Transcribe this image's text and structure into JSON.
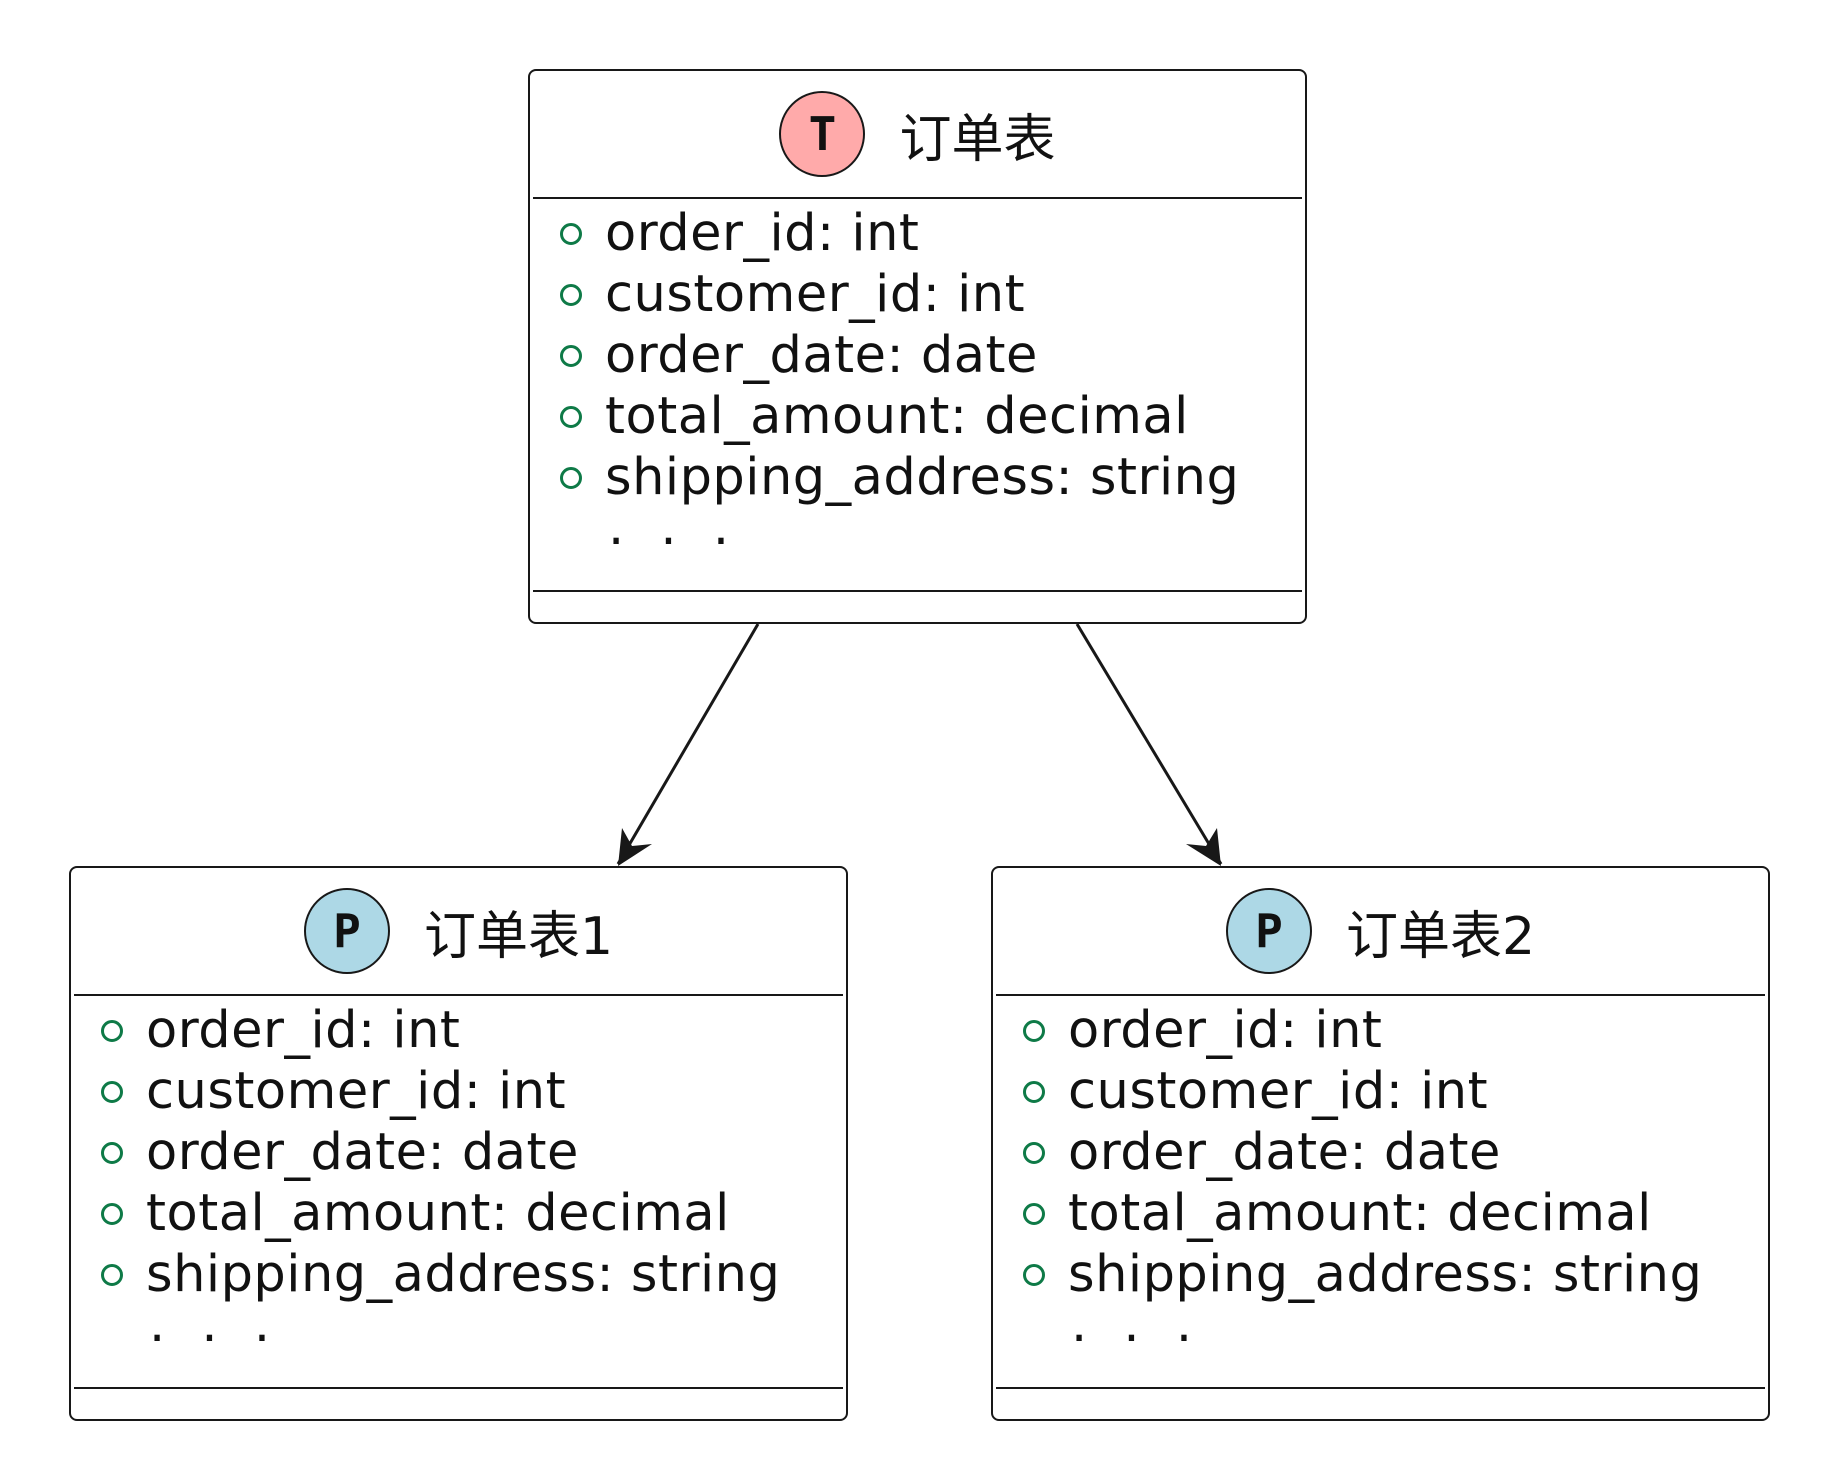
{
  "colors": {
    "line": "#181818",
    "table_badge": "#ffaaaa",
    "partition_badge": "#add8e6",
    "field_marker": "#0e7a47"
  },
  "entities": [
    {
      "badge": "T",
      "badge_color": "#ffaaaa",
      "name": "订单表",
      "fields": [
        "order_id: int",
        "customer_id: int",
        "order_date: date",
        "total_amount: decimal",
        "shipping_address: string"
      ],
      "more": ". . ."
    },
    {
      "badge": "P",
      "badge_color": "#add8e6",
      "name": "订单表1",
      "fields": [
        "order_id: int",
        "customer_id: int",
        "order_date: date",
        "total_amount: decimal",
        "shipping_address: string"
      ],
      "more": ". . ."
    },
    {
      "badge": "P",
      "badge_color": "#add8e6",
      "name": "订单表2",
      "fields": [
        "order_id: int",
        "customer_id: int",
        "order_date: date",
        "total_amount: decimal",
        "shipping_address: string"
      ],
      "more": ". . ."
    }
  ],
  "relations": [
    {
      "from": "订单表",
      "to": "订单表1",
      "arrow": "open"
    },
    {
      "from": "订单表",
      "to": "订单表2",
      "arrow": "open"
    }
  ]
}
